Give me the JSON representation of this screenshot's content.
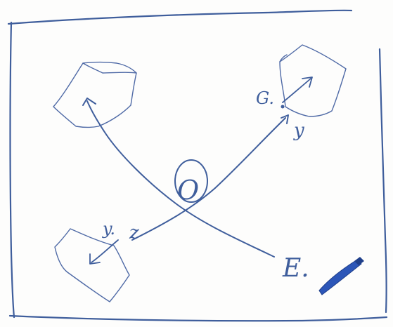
{
  "labels": {
    "origin": "O",
    "top_right": "G.",
    "top_right_arrow_tip": "y",
    "bottom_left": "y.",
    "bottom_left_hook": "z",
    "bottom_right": "E."
  },
  "colors": {
    "ink": "#3f5e9c",
    "pen_body": "#2c56b8",
    "paper": "#fdfdfc"
  }
}
